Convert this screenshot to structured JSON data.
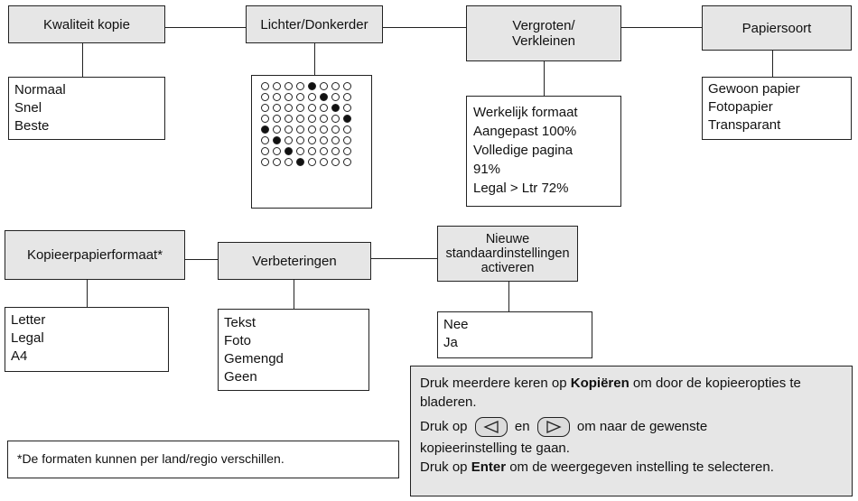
{
  "top_row": {
    "quality": {
      "title": "Kwaliteit kopie",
      "options": [
        "Normaal",
        "Snel",
        "Beste"
      ]
    },
    "lighter": {
      "title": "Lichter/Donkerder"
    },
    "resize": {
      "title_line1": "Vergroten/",
      "title_line2": "Verkleinen",
      "options": [
        "Werkelijk formaat",
        "Aangepast 100%",
        "Volledige pagina",
        "91%",
        "Legal > Ltr 72%"
      ]
    },
    "paper": {
      "title": "Papiersoort",
      "options": [
        "Gewoon papier",
        "Fotopapier",
        "Transparant"
      ]
    }
  },
  "bottom_row": {
    "size": {
      "title": "Kopieerpapierformaat*",
      "options": [
        "Letter",
        "Legal",
        "A4"
      ]
    },
    "enhance": {
      "title": "Verbeteringen",
      "options": [
        "Tekst",
        "Foto",
        "Gemengd",
        "Geen"
      ]
    },
    "defaults": {
      "title_line1": "Nieuwe",
      "title_line2": "standaardinstellingen",
      "title_line3": "activeren",
      "options": [
        "Nee",
        "Ja"
      ]
    }
  },
  "contrast_grid": {
    "rows": 8,
    "cols": 8,
    "filled": [
      [
        0,
        4
      ],
      [
        1,
        5
      ],
      [
        2,
        6
      ],
      [
        3,
        7
      ],
      [
        4,
        0
      ],
      [
        5,
        1
      ],
      [
        6,
        2
      ],
      [
        7,
        3
      ]
    ]
  },
  "instructions": {
    "p1_a": "Druk meerdere keren op ",
    "p1_b": "Kopiëren",
    "p1_c": " om door de kopieeropties te bladeren.",
    "p2_a": "Druk op",
    "p2_b": "en",
    "p2_c": "om naar de gewenste",
    "p3": "kopieerinstelling te gaan.",
    "p4_a": "Druk op ",
    "p4_b": "Enter",
    "p4_c": " om de weergegeven instelling te selecteren."
  },
  "footnote": "*De formaten kunnen per land/regio verschillen.",
  "icons": {
    "left": "left-arrow-icon",
    "right": "right-arrow-icon"
  }
}
